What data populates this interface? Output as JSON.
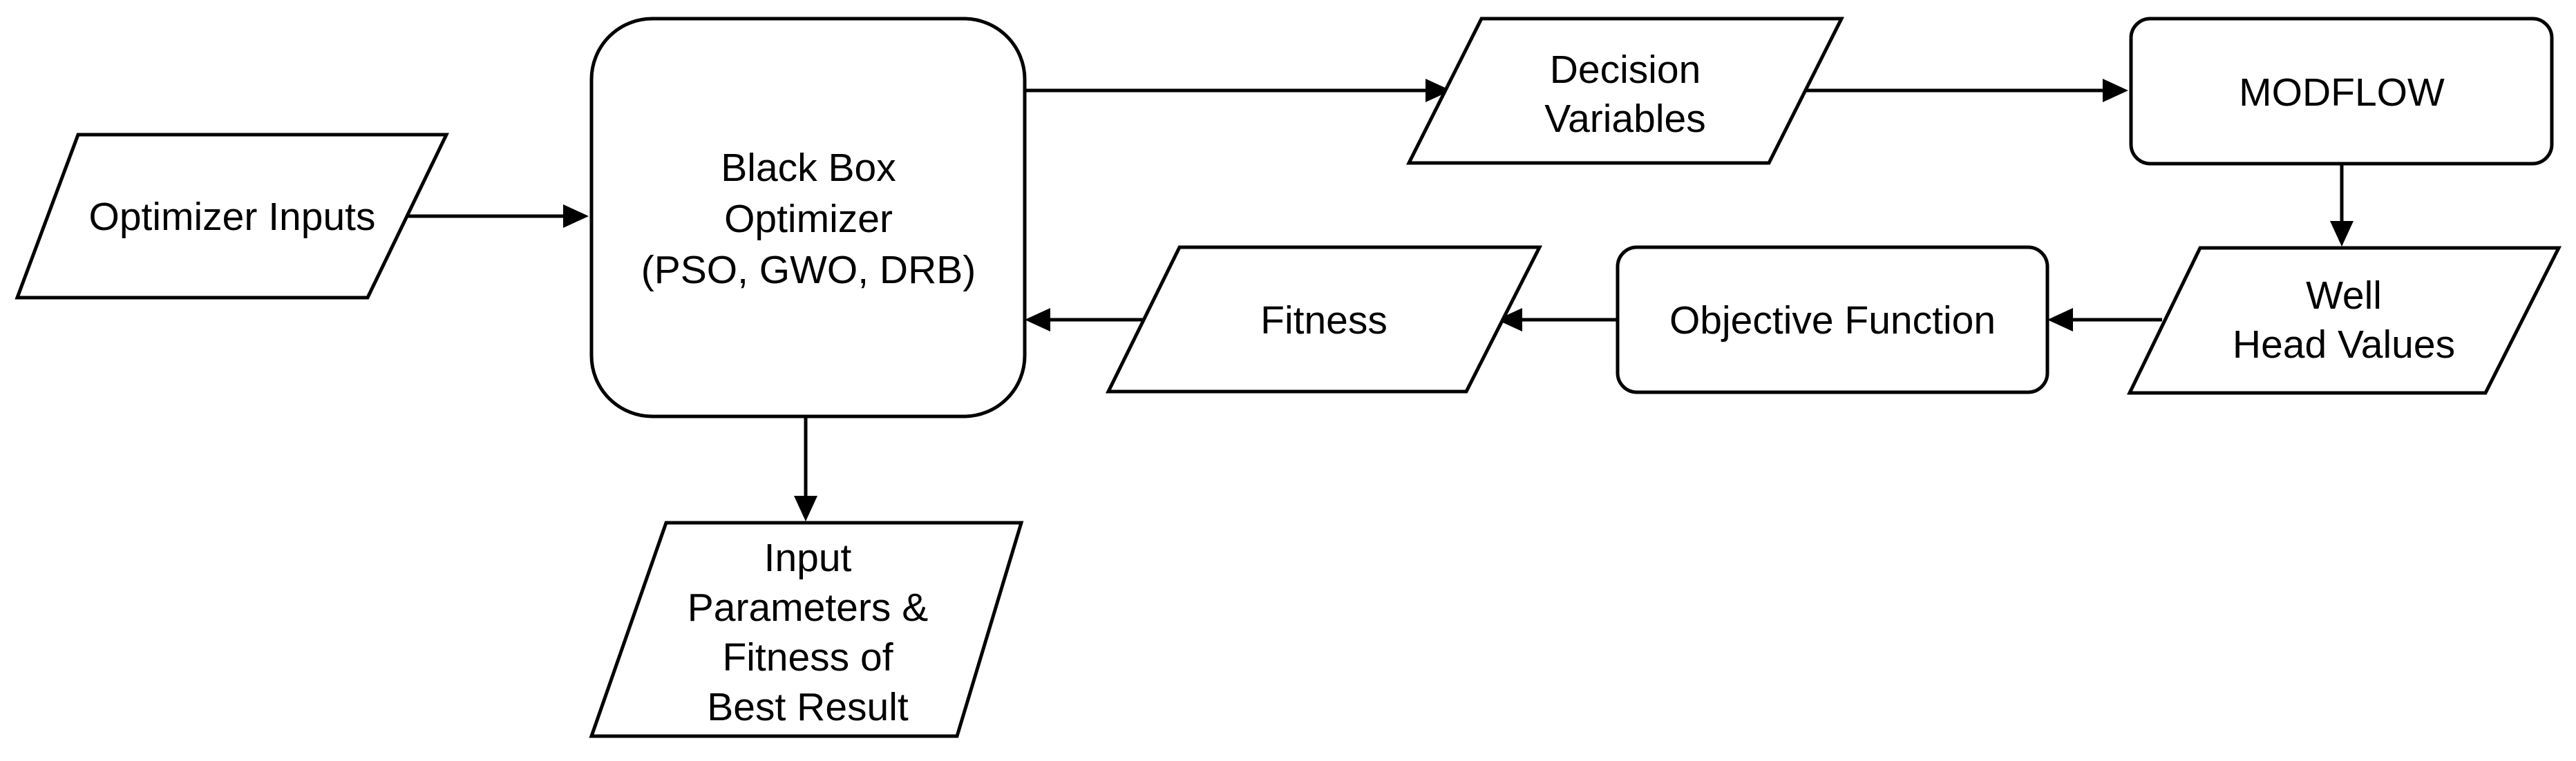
{
  "diagram": {
    "type": "flowchart",
    "nodes": {
      "optimizer_inputs": {
        "shape": "parallelogram",
        "lines": [
          "Optimizer Inputs"
        ]
      },
      "black_box": {
        "shape": "rounded-rectangle",
        "lines": [
          "Black Box",
          "Optimizer",
          "(PSO, GWO, DRB)"
        ]
      },
      "decision_variables": {
        "shape": "parallelogram",
        "lines": [
          "Decision",
          "Variables"
        ]
      },
      "modflow": {
        "shape": "rounded-rectangle",
        "lines": [
          "MODFLOW"
        ]
      },
      "well_head": {
        "shape": "parallelogram",
        "lines": [
          "Well",
          "Head Values"
        ]
      },
      "objective_function": {
        "shape": "rounded-rectangle",
        "lines": [
          "Objective Function"
        ]
      },
      "fitness": {
        "shape": "parallelogram",
        "lines": [
          "Fitness"
        ]
      },
      "best_result": {
        "shape": "parallelogram",
        "lines": [
          "Input",
          "Parameters &",
          "Fitness of",
          "Best Result"
        ]
      }
    },
    "edges": [
      {
        "from": "optimizer_inputs",
        "to": "black_box"
      },
      {
        "from": "black_box",
        "to": "decision_variables"
      },
      {
        "from": "decision_variables",
        "to": "modflow"
      },
      {
        "from": "modflow",
        "to": "well_head"
      },
      {
        "from": "well_head",
        "to": "objective_function"
      },
      {
        "from": "objective_function",
        "to": "fitness"
      },
      {
        "from": "fitness",
        "to": "black_box"
      },
      {
        "from": "black_box",
        "to": "best_result"
      }
    ]
  }
}
